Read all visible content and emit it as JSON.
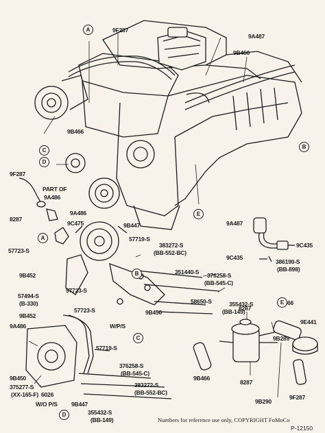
{
  "labels": {
    "engine": {
      "p9F287": "9F287",
      "p9A487": "9A487",
      "p9B466_top": "9B466",
      "p9B466_left": "9B466"
    },
    "left": {
      "p9F287": "9F287",
      "part_of_line1": "PART OF",
      "part_of_line2": "9A486",
      "p8287": "8287",
      "p9A486": "9A486",
      "p9C475": "9C475",
      "p9B447": "9B447",
      "p57723_a": "57723-S",
      "p9B452_a": "9B452",
      "p57723_b": "57723-S",
      "p57494": "57494-S",
      "p57494_sub": "(B-330)",
      "p9B452_b": "9B452",
      "p57723_c": "57723-S",
      "p9A486_b": "9A486",
      "p9B450": "9B450",
      "p375277": "375277-S",
      "p375277_sub": "(XX-165-F)",
      "p6026": "6026",
      "wo_ps": "W/O P/S",
      "p9B447_b": "9B447",
      "p355432_b": "355432-S",
      "p355432_b_sub": "(BB-149)"
    },
    "middle": {
      "p57719_a": "57719-S",
      "p383272_a": "383272-S",
      "p383272_a_sub": "(BB-552-BC)",
      "p351440": "351440-S",
      "p376258_a": "376258-S",
      "p376258_a_sub": "(BB-545-C)",
      "p58650": "58650-S",
      "p355432_a": "355432-S",
      "p355432_a_sub": "(BB-149)",
      "p9B450": "9B450",
      "w_ps": "W/P/S",
      "p57719_b": "57719-S",
      "p376258_b": "376258-S",
      "p376258_b_sub": "(BB-545-C)",
      "p383272_b": "383272-S",
      "p383272_b_sub": "(BB-552-BC)"
    },
    "right": {
      "p9A487": "9A487",
      "p9C435_a": "9C435",
      "p9C435_b": "9C435",
      "p386190": "386190-S",
      "p386190_sub": "(BB-898)",
      "p8287": "8287",
      "p9B466": "9B466",
      "p9E441": "9E441",
      "p9B289": "9B289",
      "p8287_b": "8287",
      "p9B466_b": "9B466",
      "p9B290": "9B290",
      "p9F287": "9F287"
    }
  },
  "callouts": {
    "a_top": "A",
    "c_top": "C",
    "d_top": "D",
    "e_top": "E",
    "b_right": "B",
    "a_left": "A",
    "b_mid": "B",
    "c_mid": "C",
    "d_bottom": "D",
    "e_right": "E"
  },
  "footer": {
    "reference": "Numbers for reference use only, COPYRIGHT FoMoCo",
    "figure_id": "P-12150"
  }
}
